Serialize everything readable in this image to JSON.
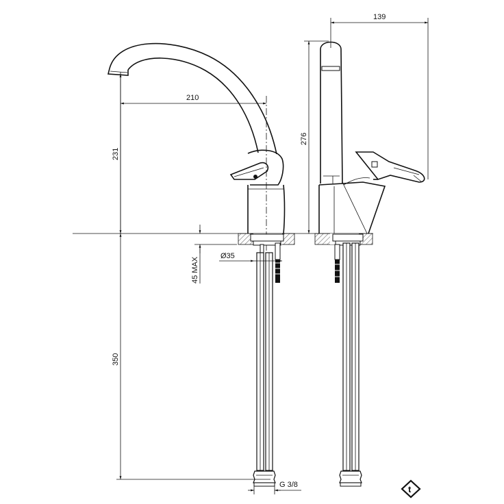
{
  "dimensions": {
    "spout_reach": "210",
    "spout_height": "231",
    "side_width": "139",
    "side_height": "276",
    "counter_thickness": "45 MAX",
    "hole_diameter": "Ø35",
    "hose_length": "350",
    "thread": "G 3/8"
  },
  "logo": {
    "icon": "brand-logo-icon",
    "letter": "t"
  }
}
